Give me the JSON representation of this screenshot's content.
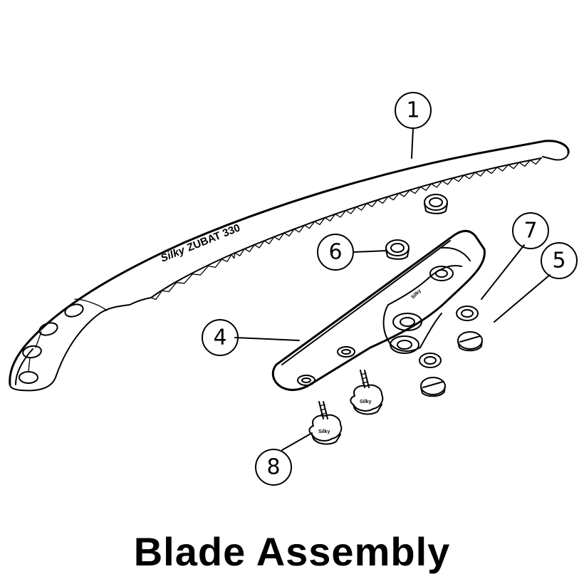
{
  "title": "Blade Assembly",
  "blade_marking": {
    "brand": "Silky",
    "model": "ZUBAT 330"
  },
  "plate_marking": "Silky",
  "knob_marking": "Silky",
  "callouts": [
    {
      "id": "1",
      "label": "1"
    },
    {
      "id": "4",
      "label": "4"
    },
    {
      "id": "5",
      "label": "5"
    },
    {
      "id": "6",
      "label": "6"
    },
    {
      "id": "7",
      "label": "7"
    },
    {
      "id": "8",
      "label": "8"
    }
  ]
}
